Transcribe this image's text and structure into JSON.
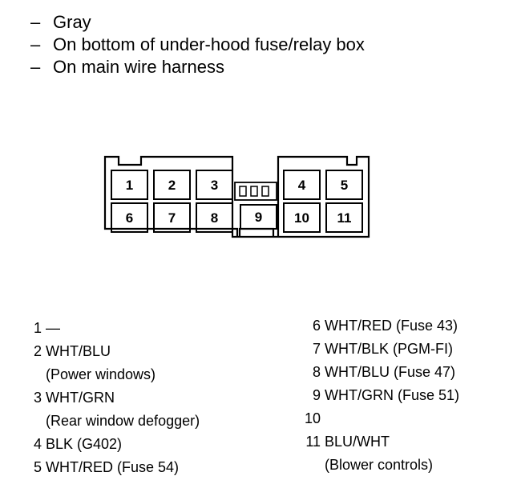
{
  "notes": [
    {
      "dash": "–",
      "text": "Gray"
    },
    {
      "dash": "–",
      "text": "On bottom of under-hood fuse/relay box"
    },
    {
      "dash": "–",
      "text": "On main wire harness"
    }
  ],
  "connector": {
    "pins": [
      {
        "label": "1",
        "row": "top"
      },
      {
        "label": "2",
        "row": "top"
      },
      {
        "label": "3",
        "row": "top"
      },
      {
        "label": "4",
        "row": "top"
      },
      {
        "label": "5",
        "row": "top"
      },
      {
        "label": "6",
        "row": "bottom"
      },
      {
        "label": "7",
        "row": "bottom"
      },
      {
        "label": "8",
        "row": "bottom"
      },
      {
        "label": "9",
        "row": "bottom"
      },
      {
        "label": "10",
        "row": "bottom"
      },
      {
        "label": "11",
        "row": "bottom"
      }
    ]
  },
  "pin_list": {
    "left": [
      {
        "num": "1",
        "wire": "—"
      },
      {
        "num": "2",
        "wire": "WHT/BLU"
      },
      {
        "num": "",
        "func": "(Power windows)"
      },
      {
        "num": "3",
        "wire": "WHT/GRN"
      },
      {
        "num": "",
        "func": "(Rear window defogger)"
      },
      {
        "num": "4",
        "wire": "BLK (G402)"
      },
      {
        "num": "5",
        "wire": "WHT/RED (Fuse 54)"
      }
    ],
    "right": [
      {
        "num": "6",
        "wire": "WHT/RED (Fuse 43)"
      },
      {
        "num": "7",
        "wire": "WHT/BLK (PGM-FI)"
      },
      {
        "num": "8",
        "wire": "WHT/BLU (Fuse 47)"
      },
      {
        "num": "9",
        "wire": "WHT/GRN (Fuse 51)"
      },
      {
        "num": "10",
        "wire": ""
      },
      {
        "num": "11",
        "wire": "BLU/WHT"
      },
      {
        "num": "",
        "func": "(Blower controls)"
      }
    ]
  }
}
